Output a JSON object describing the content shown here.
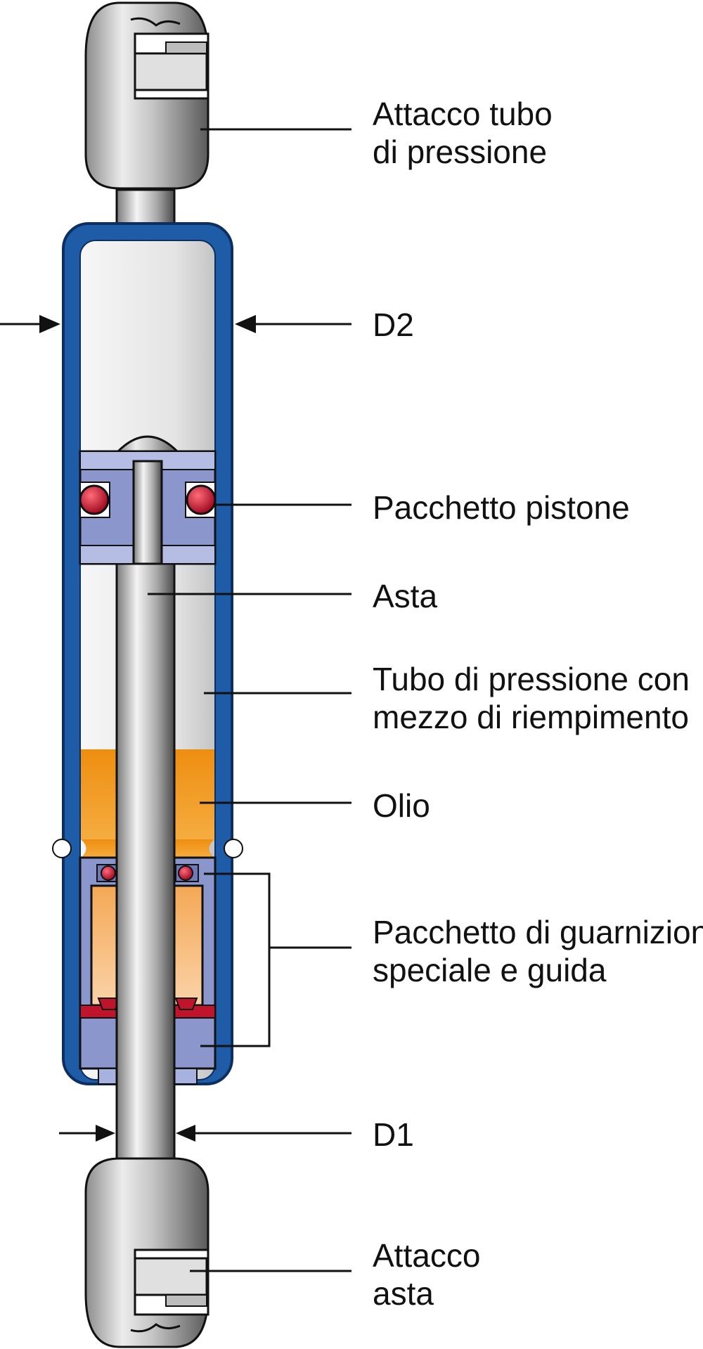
{
  "labels": {
    "pressure_tube_attachment": [
      "Attacco tubo",
      "di pressione"
    ],
    "d2": "D2",
    "piston_package": "Pacchetto pistone",
    "rod": "Asta",
    "pressure_tube_fill": [
      "Tubo di pressione con",
      "mezzo di riempimento"
    ],
    "oil": "Olio",
    "seal_guide_package": [
      "Pacchetto di guarnizione",
      "speciale e guida"
    ],
    "d1": "D1",
    "rod_attachment": [
      "Attacco",
      "asta"
    ]
  },
  "colors": {
    "tube_blue": "#1f5ca8",
    "piston_lavender": "#8a96cc",
    "oil_orange": "#ef9a25",
    "guide_peach": "#f6c08a",
    "seal_red": "#c0142c",
    "metal_gray": "#c8c8c8"
  }
}
